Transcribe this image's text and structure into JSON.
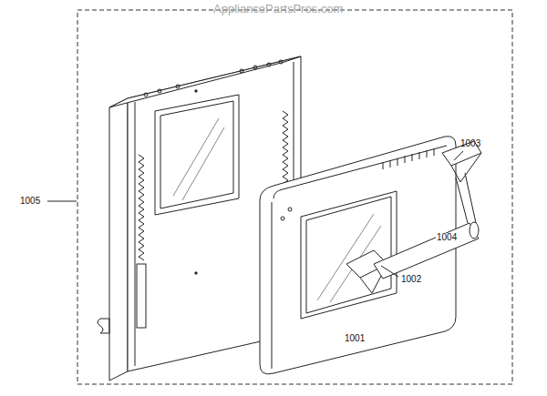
{
  "diagram": {
    "labels": [
      "AppliancePartsPros.com",
      "1003",
      "1005",
      "1004",
      "1002",
      "1001"
    ]
  }
}
